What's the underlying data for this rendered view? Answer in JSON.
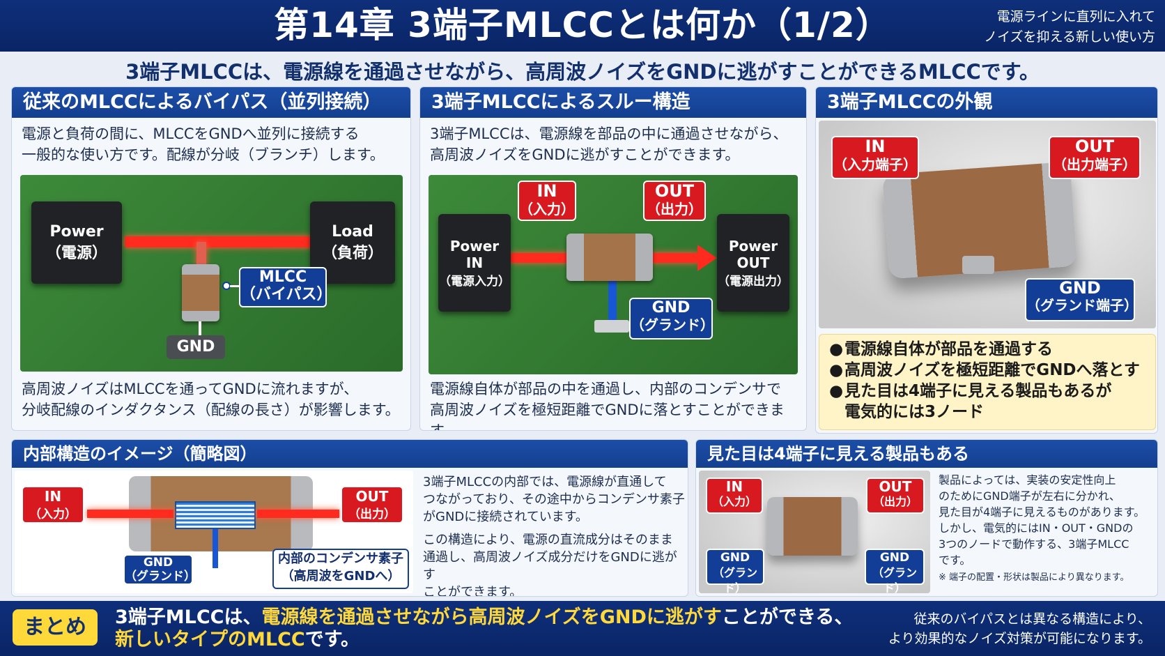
{
  "header": {
    "title": "第14章 3端子MLCCとは何か（1/2）",
    "side_line1": "電源ラインに直列に入れて",
    "side_line2": "ノイズを抑える新しい使い方"
  },
  "lead": "3端子MLCCは、電源線を通過させながら、高周波ノイズをGNDに逃がすことができるMLCCです。",
  "panel1": {
    "title": "従来のMLCCによるバイパス（並列接続）",
    "desc1": "電源と負荷の間に、MLCCをGNDへ並列に接続する",
    "desc2": "一般的な使い方です。配線が分岐（ブランチ）します。",
    "power_label": "Power",
    "power_sub": "（電源）",
    "load_label": "Load",
    "load_sub": "（負荷）",
    "mlcc_label": "MLCC",
    "mlcc_sub": "（バイパス）",
    "gnd_label": "GND",
    "foot1": "高周波ノイズはMLCCを通ってGNDに流れますが、",
    "foot2": "分岐配線のインダクタンス（配線の長さ）が影響します。"
  },
  "panel2": {
    "title": "3端子MLCCによるスルー構造",
    "desc1": "3端子MLCCは、電源線を部品の中に通過させながら、",
    "desc2": "高周波ノイズをGNDに逃がすことができます。",
    "in_label": "IN",
    "in_sub": "（入力）",
    "out_label": "OUT",
    "out_sub": "（出力）",
    "pin_label1": "Power",
    "pin_label2": "IN",
    "pin_sub": "（電源入力）",
    "pout_label1": "Power",
    "pout_label2": "OUT",
    "pout_sub": "（電源出力）",
    "gnd_label": "GND",
    "gnd_sub": "（グランド）",
    "foot1": "電源線自体が部品の中を通過し、内部のコンデンサで",
    "foot2": "高周波ノイズを極短距離でGNDに落とすことができます。"
  },
  "panel3": {
    "title": "3端子MLCCの外観",
    "in_label": "IN",
    "in_sub": "（入力端子）",
    "out_label": "OUT",
    "out_sub": "（出力端子）",
    "gnd_label": "GND",
    "gnd_sub": "（グランド端子）",
    "bullets": [
      "電源線自体が部品を通過する",
      "高周波ノイズを極短距離でGNDへ落とす",
      "見た目は4端子に見える製品もあるが",
      "電気的には3ノード"
    ],
    "bullet_mark": "●"
  },
  "panel4": {
    "title": "内部構造のイメージ（簡略図）",
    "in_label": "IN",
    "in_sub": "（入力）",
    "out_label": "OUT",
    "out_sub": "（出力）",
    "gnd_label": "GND",
    "gnd_sub": "（グランド）",
    "cap_label1": "内部のコンデンサ素子",
    "cap_label2": "（高周波をGNDへ）",
    "text1": "3端子MLCCの内部では、電源線が直通して",
    "text2": "つながっており、その途中からコンデンサ素子",
    "text3": "がGNDに接続されています。",
    "text4": "この構造により、電源の直流成分はそのまま",
    "text5": "通過し、高周波ノイズ成分だけをGNDに逃がす",
    "text6": "ことができます。"
  },
  "panel5": {
    "title": "見た目は4端子に見える製品もある",
    "in_label": "IN",
    "in_sub": "（入力）",
    "out_label": "OUT",
    "out_sub": "（出力）",
    "gnd_label": "GND",
    "gnd_sub": "（グランド）",
    "text1": "製品によっては、実装の安定性向上",
    "text2": "のためにGND端子が左右に分かれ、",
    "text3": "見た目が4端子に見えるものがあります。",
    "text4": "しかし、電気的にはIN・OUT・GNDの",
    "text5": "3つのノードで動作する、3端子MLCC",
    "text6": "です。",
    "note": "※ 端子の配置・形状は製品により異なります。"
  },
  "summary": {
    "badge": "まとめ",
    "part1": "3端子MLCCは、",
    "part2": "電源線を通過させながら高周波ノイズをGNDに逃がす",
    "part3": "ことができる、",
    "part4": "新しいタイプのMLCC",
    "part5": "です。",
    "side1": "従来のバイパスとは異なる構造により、",
    "side2": "より効果的なノイズ対策が可能になります。"
  }
}
